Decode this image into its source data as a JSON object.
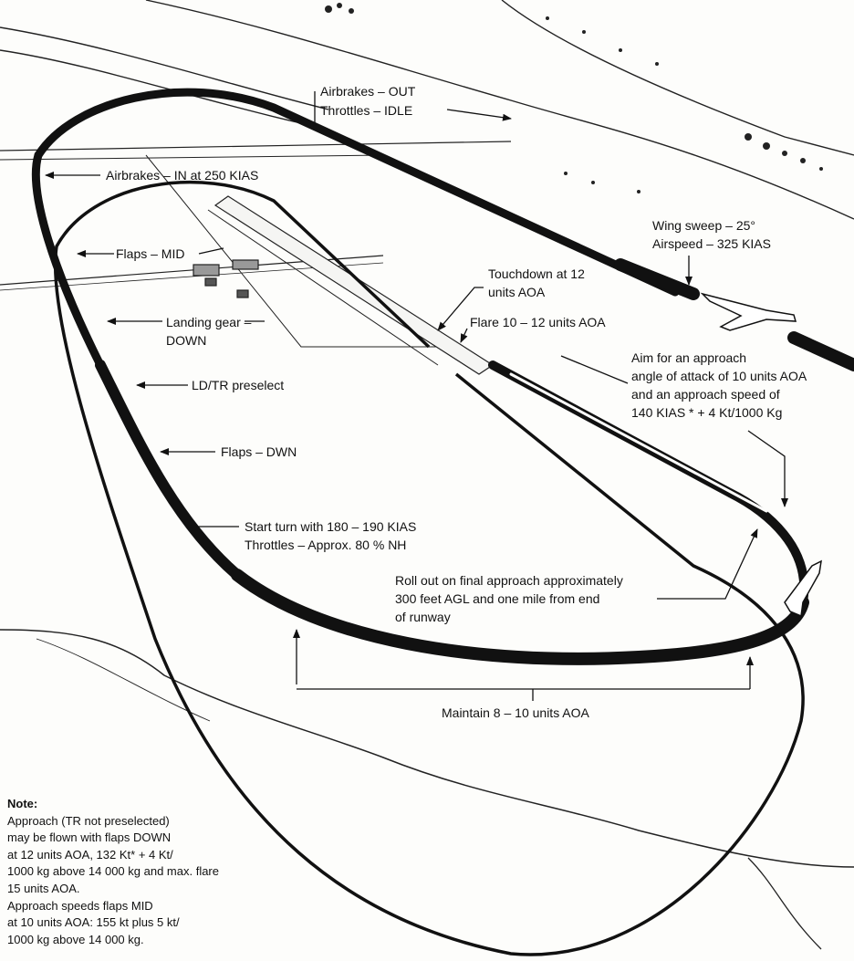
{
  "labels": {
    "airbrakes_out": "Airbrakes – OUT",
    "throttles_idle": "Throttles – IDLE",
    "airbrakes_in": "Airbrakes – IN at 250 KIAS",
    "wing_sweep": "Wing sweep – 25°",
    "airspeed": "Airspeed – 325 KIAS",
    "flaps_mid": "Flaps – MID",
    "touchdown_1": "Touchdown at 12",
    "touchdown_2": "units AOA",
    "flare": "Flare 10 – 12 units AOA",
    "landing_gear_1": "Landing gear –",
    "landing_gear_2": "DOWN",
    "aim_1": "Aim for an approach",
    "aim_2": "angle of attack of 10 units AOA",
    "aim_3": "and an approach speed of",
    "aim_4": "140 KIAS * + 4 Kt/1000 Kg",
    "ldtr": "LD/TR preselect",
    "flaps_dwn": "Flaps – DWN",
    "start_turn_1": "Start turn with 180 – 190 KIAS",
    "start_turn_2": "Throttles – Approx. 80 % NH",
    "rollout_1": "Roll out on final approach approximately",
    "rollout_2": "300 feet AGL and one mile from end",
    "rollout_3": "of runway",
    "maintain": "Maintain 8 – 10 units AOA"
  },
  "note": {
    "heading": "Note:",
    "lines": [
      "Approach (TR not preselected)",
      "may be flown with flaps DOWN",
      "at 12 units AOA, 132 Kt* + 4 Kt/",
      "1000 kg above 14 000 kg and max. flare",
      "15 units AOA.",
      "Approach speeds flaps MID",
      "at 10 units AOA: 155 kt plus 5 kt/",
      "1000 kg above 14 000 kg."
    ]
  }
}
